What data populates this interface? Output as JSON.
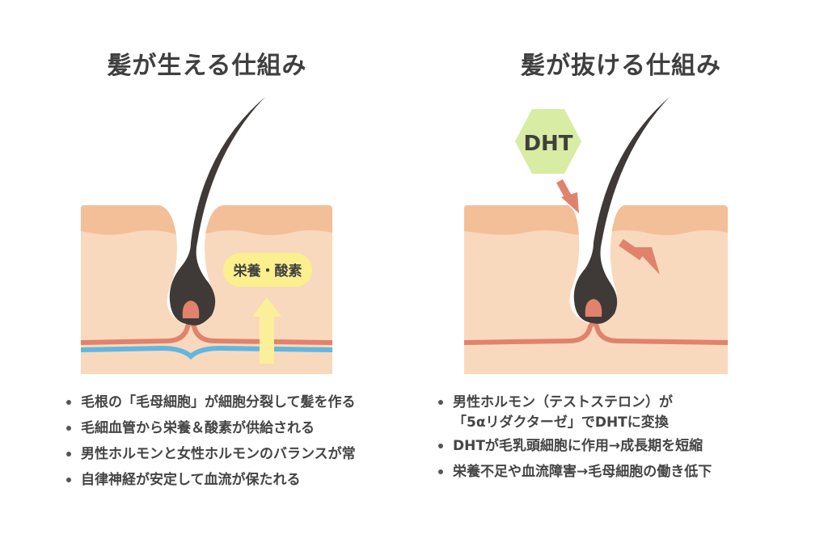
{
  "left": {
    "title": "髪が生える仕組み",
    "badge": "栄養・酸素",
    "bullets": [
      "毛根の「毛母細胞」が細胞分裂して髪を作る",
      "毛細血管から栄養＆酸素が供給される",
      "男性ホルモンと女性ホルモンのバランスが常",
      "自律神経が安定して血流が保たれる"
    ]
  },
  "right": {
    "title": "髪が抜ける仕組み",
    "hexagon_label": "DHT",
    "bullets": [
      "男性ホルモン（テストステロン）が",
      "「5αリダクターゼ」でDHTに変換",
      "DHTが毛乳頭細胞に作用→成長期を短縮",
      "栄養不足や血流障害→毛母細胞の働き低下"
    ]
  },
  "colors": {
    "skin": "#f9d9bd",
    "skin_top": "#f3bf98",
    "hair": "#3f3a37",
    "papilla": "#e0826c",
    "blood_red": "#e0826c",
    "blood_blue": "#62b6e0",
    "badge_yellow": "#fbef8e",
    "arrow_yellow": "#fbf099",
    "hexagon_green": "#d8eca3",
    "arrow_red": "#e0826c"
  }
}
